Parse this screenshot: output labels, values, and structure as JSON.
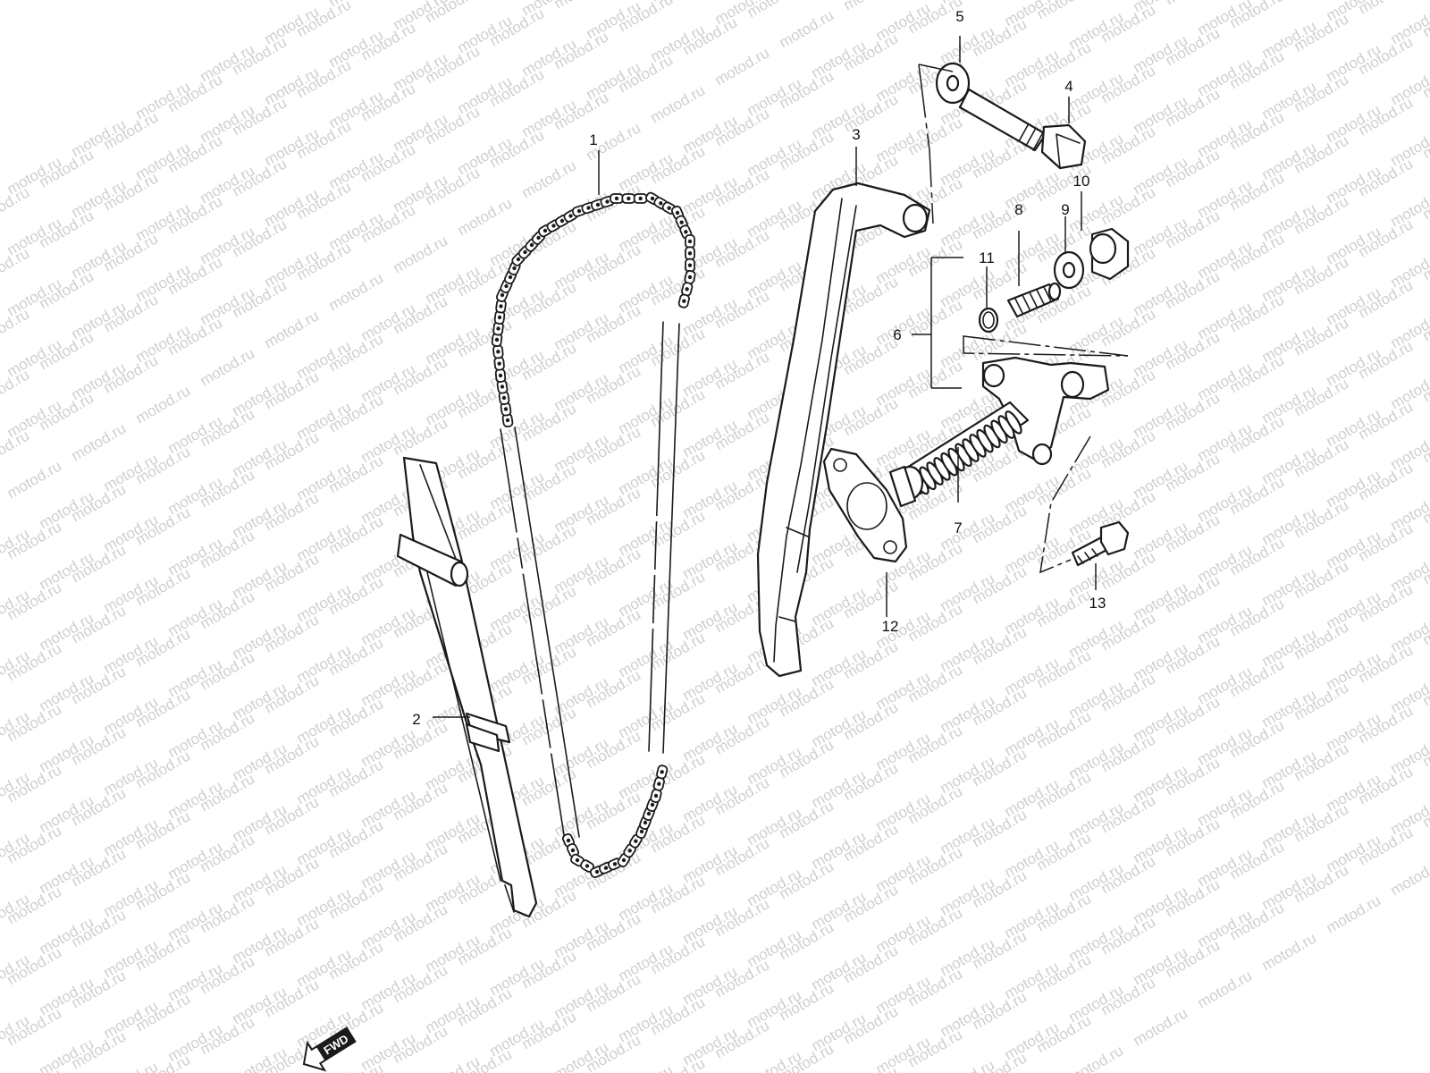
{
  "watermark": {
    "text": "motod.ru",
    "color": "#cfcfcf"
  },
  "fwd_label": "FWD",
  "callouts": [
    {
      "id": "1",
      "label": "1"
    },
    {
      "id": "2",
      "label": "2"
    },
    {
      "id": "3",
      "label": "3"
    },
    {
      "id": "4",
      "label": "4"
    },
    {
      "id": "5",
      "label": "5"
    },
    {
      "id": "6",
      "label": "6"
    },
    {
      "id": "7",
      "label": "7"
    },
    {
      "id": "8",
      "label": "8"
    },
    {
      "id": "9",
      "label": "9"
    },
    {
      "id": "10",
      "label": "10"
    },
    {
      "id": "11",
      "label": "11"
    },
    {
      "id": "12",
      "label": "12"
    },
    {
      "id": "13",
      "label": "13"
    }
  ]
}
